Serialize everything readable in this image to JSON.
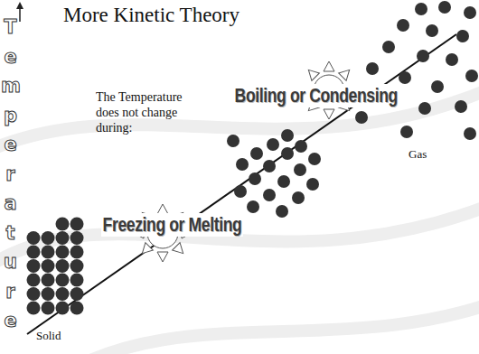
{
  "diagram": {
    "title": "More Kinetic Theory",
    "labels": [
      "Temperature",
      "The Temperature does not change during:",
      "Freezing or Melting",
      "Boiling or Condensing",
      "Gas",
      "Solid"
    ]
  }
}
